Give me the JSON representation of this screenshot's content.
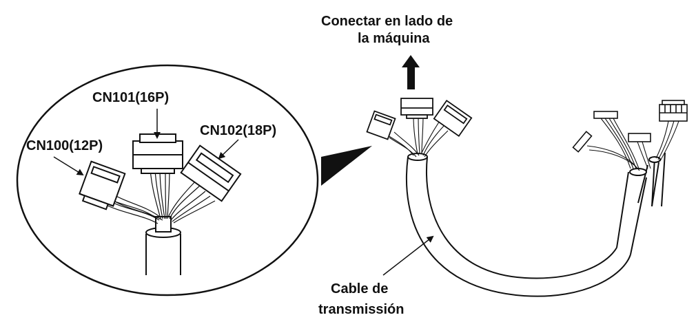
{
  "labels": {
    "connect_line1": "Conectar en lado de",
    "connect_line2": "la máquina",
    "cn101": "CN101(16P)",
    "cn100": "CN100(12P)",
    "cn102": "CN102(18P)",
    "cable_line1": "Cable de",
    "cable_line2": "transmissión"
  },
  "colors": {
    "ink": "#111111",
    "background": "#ffffff"
  }
}
